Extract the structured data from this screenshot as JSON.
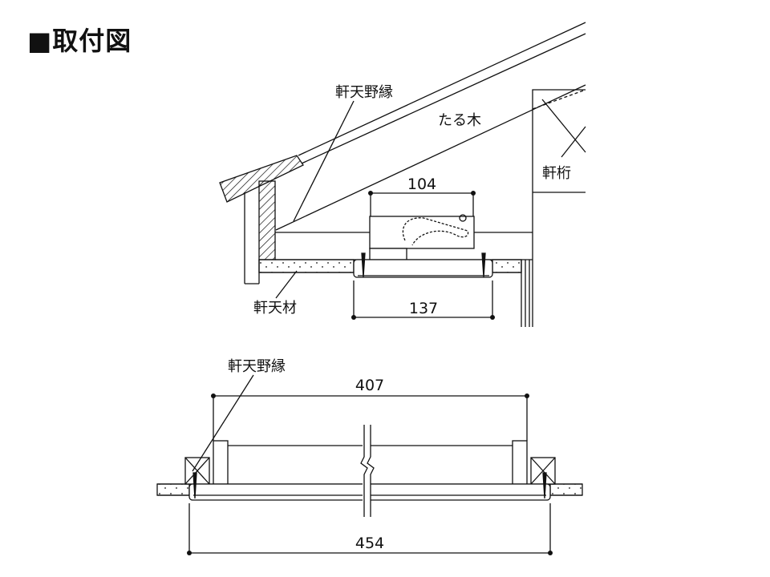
{
  "title": "■取付図",
  "section_view": {
    "labels": {
      "eave_ceiling_edge": "軒天野縁",
      "rafter": "たる木",
      "eave_beam": "軒桁",
      "eave_ceiling_board": "軒天材"
    },
    "dimensions": {
      "top": "104",
      "bottom": "137"
    }
  },
  "plan_view": {
    "labels": {
      "eave_ceiling_edge": "軒天野縁"
    },
    "dimensions": {
      "top": "407",
      "bottom": "454"
    }
  }
}
